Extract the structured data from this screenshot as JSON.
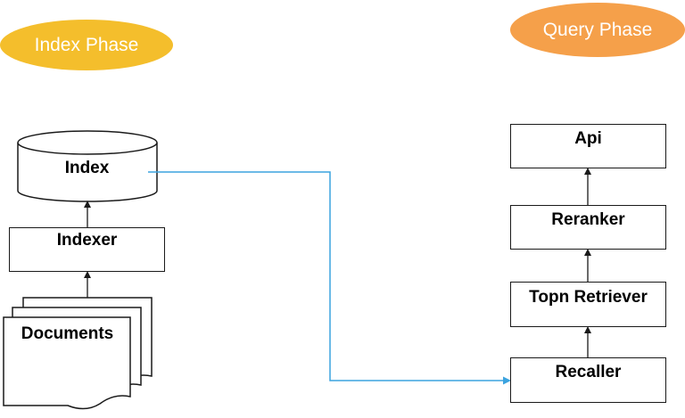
{
  "phases": {
    "index_label": "Index Phase",
    "query_label": "Query Phase",
    "index_color": "#F4BE2C",
    "query_color": "#F5A04A"
  },
  "index_phase": {
    "index_db": "Index",
    "indexer": "Indexer",
    "documents": "Documents"
  },
  "query_phase": {
    "api": "Api",
    "reranker": "Reranker",
    "topn_retriever": "Topn Retriever",
    "recaller": "Recaller"
  },
  "colors": {
    "stroke": "#1a1a1a",
    "connector": "#3BA3DF"
  }
}
